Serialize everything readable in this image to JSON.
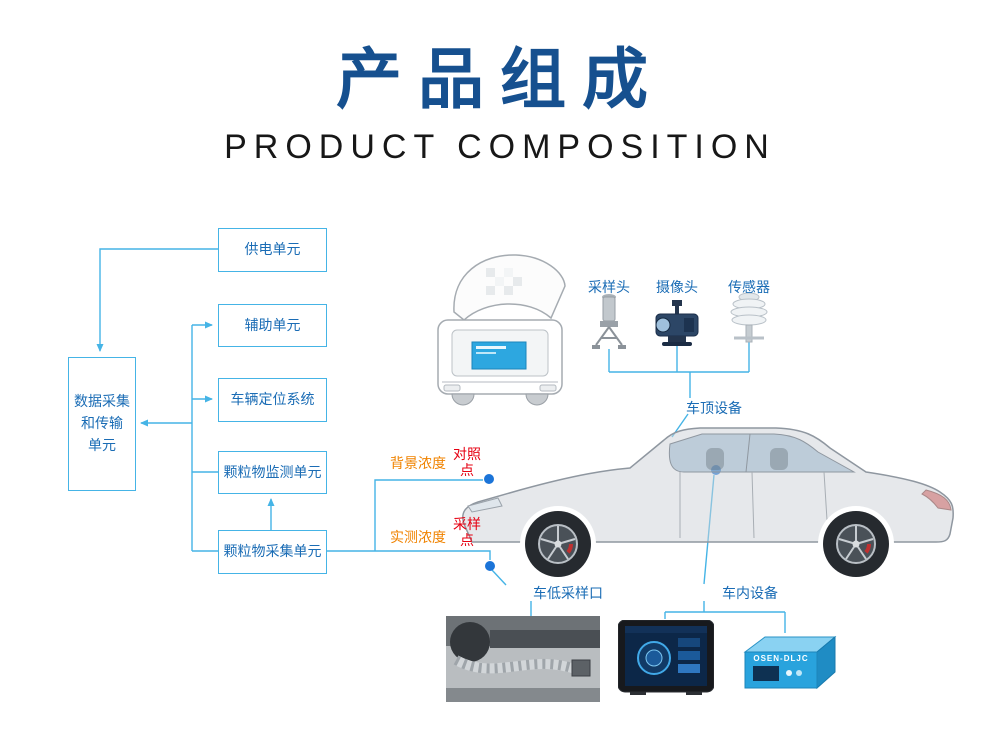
{
  "header": {
    "title": "产品组成",
    "subtitle": "PRODUCT COMPOSITION"
  },
  "flowchart": {
    "data_unit": {
      "lines": [
        "数据采集",
        "和传输",
        "单元"
      ]
    },
    "boxes": [
      {
        "id": "power",
        "label": "供电单元"
      },
      {
        "id": "auxiliary",
        "label": "辅助单元"
      },
      {
        "id": "positioning",
        "label": "车辆定位系统"
      },
      {
        "id": "pm-monitor",
        "label": "颗粒物监测单元"
      },
      {
        "id": "pm-collect",
        "label": "颗粒物采集单元"
      }
    ]
  },
  "roof": {
    "devices": [
      {
        "label": "采样头"
      },
      {
        "label": "摄像头"
      },
      {
        "label": "传感器"
      }
    ],
    "group_label": "车顶设备"
  },
  "annotations": {
    "background_concentration": "背景浓度",
    "control_point": "对照点",
    "measured_concentration": "实测浓度",
    "sampling_point": "采样点",
    "bottom_sampling_port": "车低采样口",
    "in_vehicle_equipment": "车内设备"
  },
  "bottom_devices": {
    "datalogger_label": "OSEN-DLJC"
  },
  "colors": {
    "title_blue": "#16508f",
    "line_blue": "#45b4e6",
    "text_blue": "#1a6cb5",
    "orange": "#f08300",
    "red": "#e60012",
    "dot_blue": "#1b74d8",
    "device_blue": "#29a3dd"
  }
}
